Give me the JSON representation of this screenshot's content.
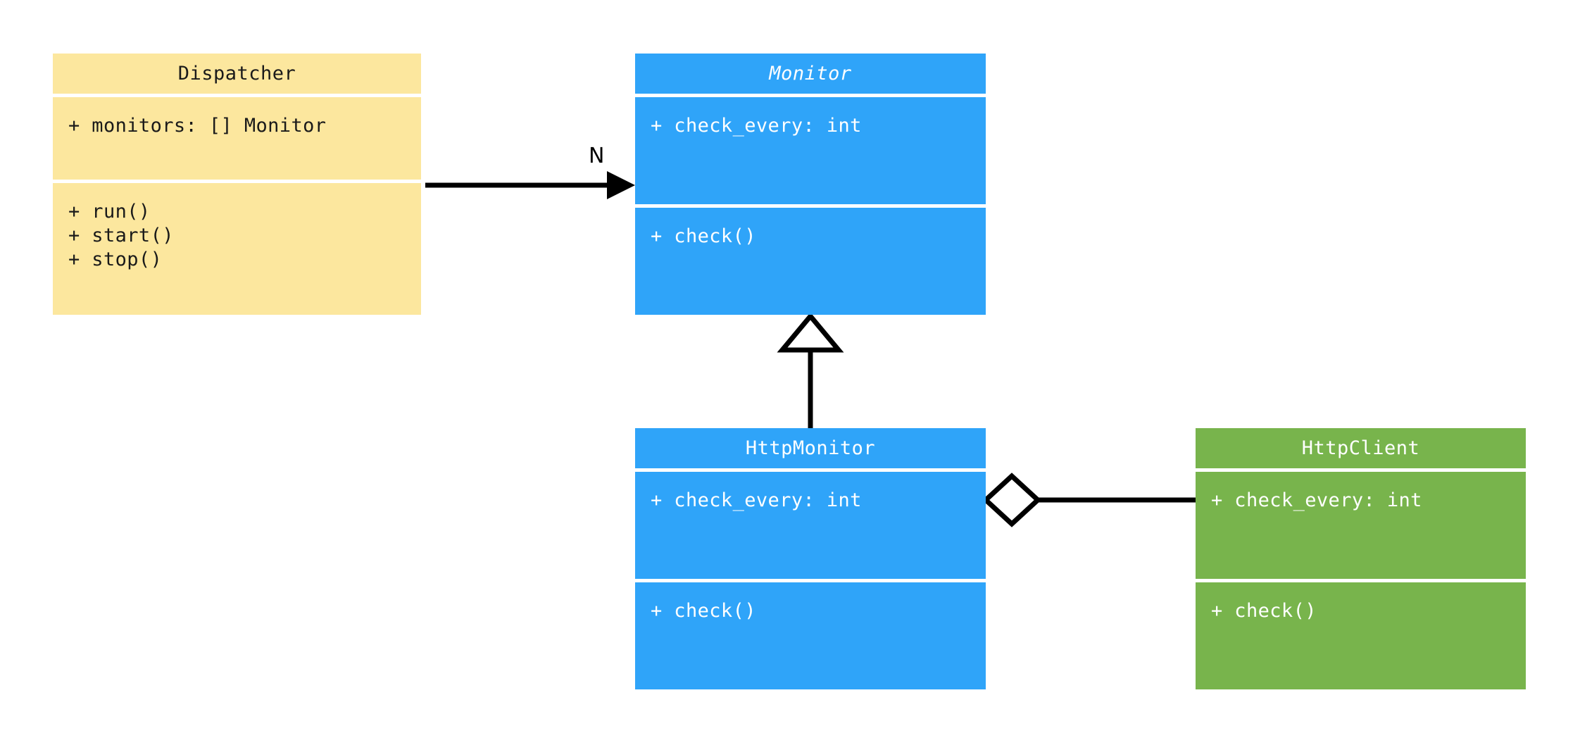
{
  "diagram": {
    "kind": "uml-class-diagram",
    "background": "#ffffff"
  },
  "palette": {
    "yellow": "#fce79e",
    "blue": "#2fa4f9",
    "green": "#78b44c",
    "line": "#000000",
    "separator": "#ffffff",
    "text_dark": "#1a1a1a",
    "text_light": "#ffffff"
  },
  "classes": {
    "dispatcher": {
      "name": "Dispatcher",
      "abstract": false,
      "color": "#fce79e",
      "attributes": [
        "+ monitors: [] Monitor"
      ],
      "methods": [
        "+ run()",
        "+ start()",
        "+ stop()"
      ],
      "attributes_text": "+ monitors: [] Monitor",
      "methods_text": "+ run()\n+ start()\n+ stop()"
    },
    "monitor": {
      "name": "Monitor",
      "abstract": true,
      "color": "#2fa4f9",
      "attributes": [
        "+ check_every: int"
      ],
      "methods": [
        "+ check()"
      ],
      "attributes_text": "+ check_every: int",
      "methods_text": "+ check()"
    },
    "http_monitor": {
      "name": "HttpMonitor",
      "abstract": false,
      "color": "#2fa4f9",
      "attributes": [
        "+ check_every: int"
      ],
      "methods": [
        "+ check()"
      ],
      "attributes_text": "+ check_every: int",
      "methods_text": "+ check()"
    },
    "http_client": {
      "name": "HttpClient",
      "abstract": false,
      "color": "#78b44c",
      "attributes": [
        "+ check_every: int"
      ],
      "methods": [
        "+ check()"
      ],
      "attributes_text": "+ check_every: int",
      "methods_text": "+ check()"
    }
  },
  "relationships": {
    "dispatcher_to_monitor": {
      "type": "association",
      "arrow": "open-filled-arrow",
      "from": "Dispatcher",
      "to": "Monitor",
      "multiplicity_label": "N"
    },
    "http_monitor_to_monitor": {
      "type": "generalization",
      "arrow": "hollow-triangle",
      "from": "HttpMonitor",
      "to": "Monitor",
      "multiplicity_label": ""
    },
    "http_monitor_to_http_client": {
      "type": "aggregation",
      "arrow": "hollow-diamond",
      "from": "HttpMonitor",
      "to": "HttpClient",
      "multiplicity_label": ""
    }
  }
}
